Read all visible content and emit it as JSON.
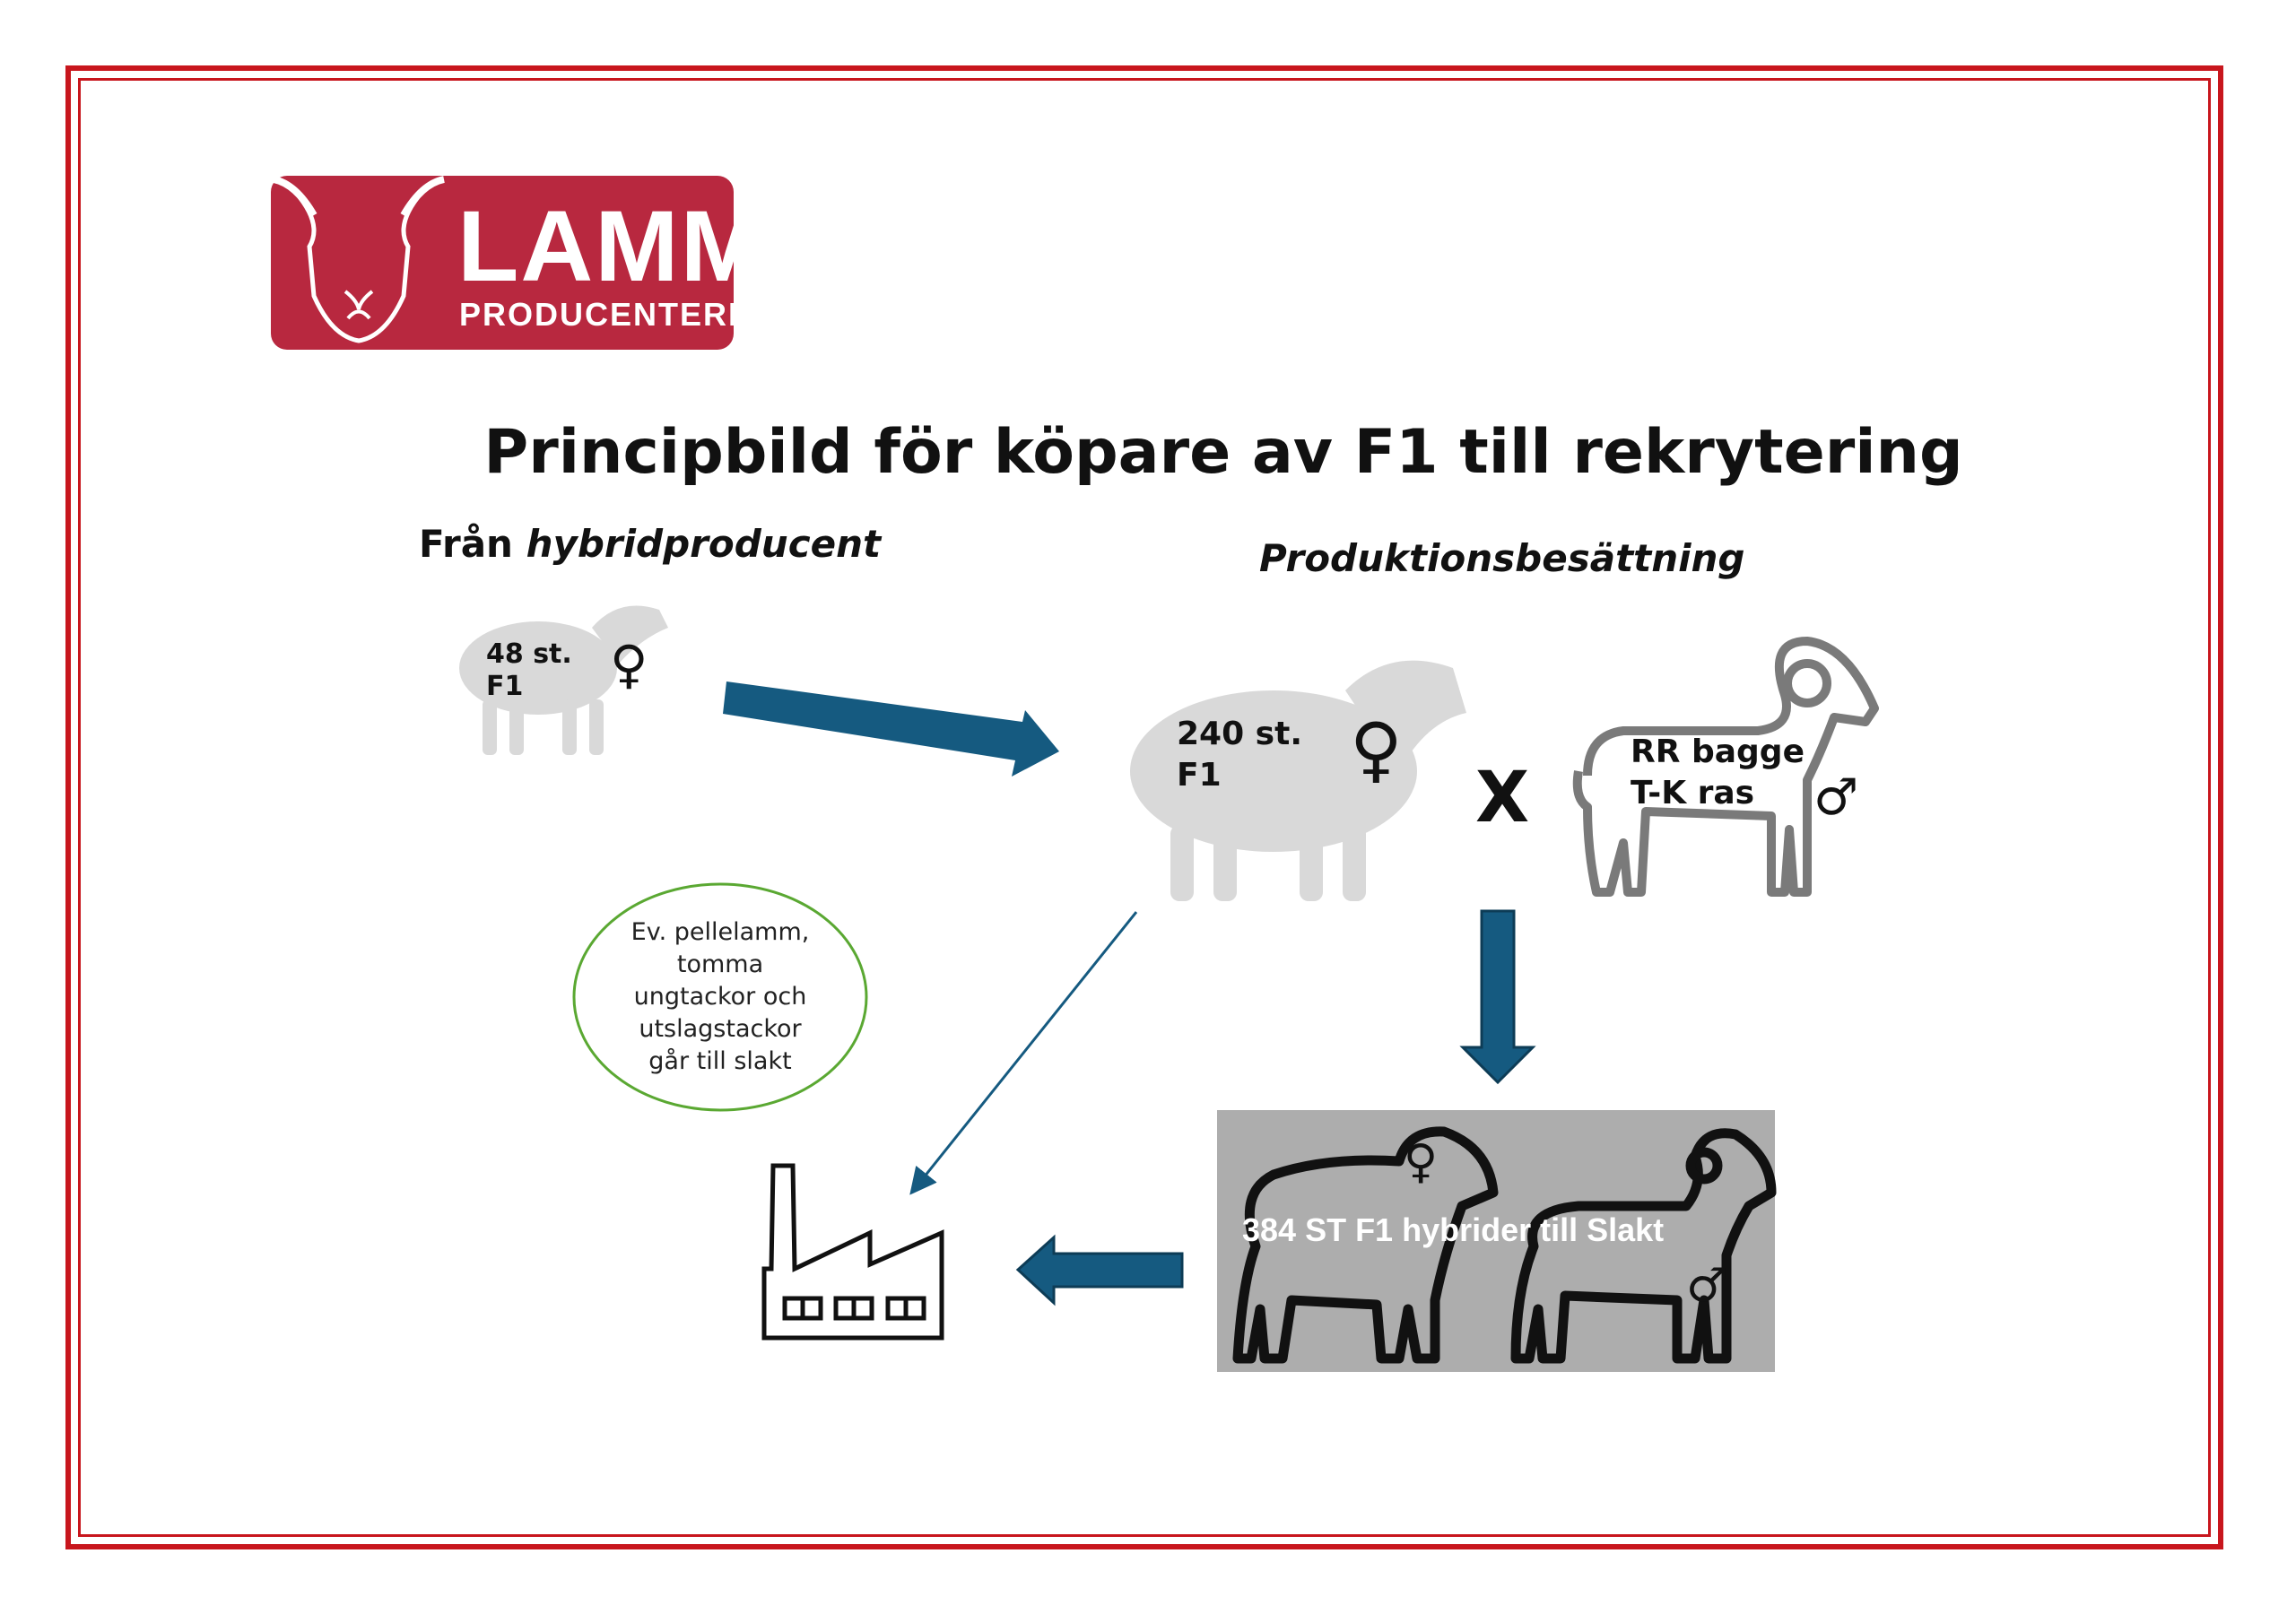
{
  "logo": {
    "word": "LAMM",
    "subword": "PRODUCENTERNA",
    "brand_color": "#b8283f"
  },
  "title": "Principbild för köpare av F1 till rekrytering",
  "left_heading": {
    "prefix": "Från",
    "emphasis": "hybridproducent"
  },
  "right_heading": "Produktionsbesättning",
  "small_ewe": {
    "count": "48 st.",
    "type": "F1",
    "symbol": "♀"
  },
  "big_ewe": {
    "count": "240 st.",
    "type": "F1",
    "symbol": "♀"
  },
  "cross": "X",
  "ram": {
    "line1": "RR bagge",
    "line2": "T-K ras",
    "symbol": "♂"
  },
  "ellipse_note": [
    "Ev. pellelamm,",
    "tomma",
    "ungtackor och",
    "utslagstackor",
    "går till slakt"
  ],
  "slaughter_box": {
    "text": "384 ST F1 hybrider till Slakt",
    "female_symbol": "♀",
    "male_symbol": "♂"
  },
  "colors": {
    "frame": "#c8161d",
    "arrow": "#155a80",
    "ellipse": "#5aa832",
    "sheep_fill": "#d9d9d9",
    "box": "#adadad"
  }
}
